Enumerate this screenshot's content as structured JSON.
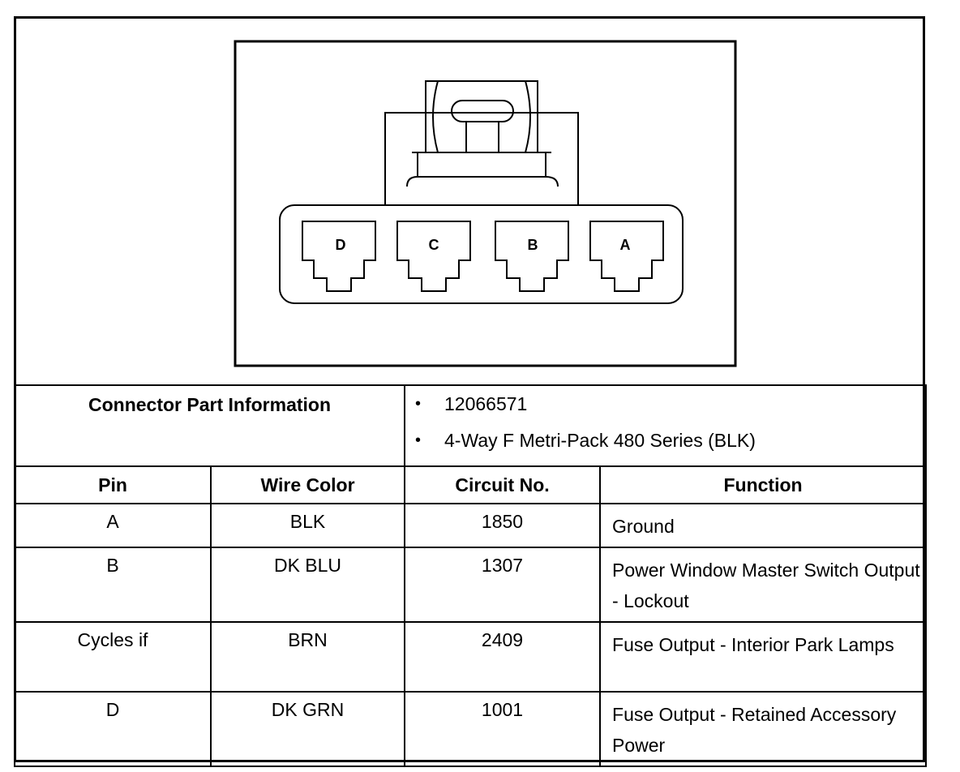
{
  "diagram": {
    "pins": [
      "D",
      "C",
      "B",
      "A"
    ]
  },
  "part_info": {
    "title": "Connector Part Information",
    "items": [
      "12066571",
      "4-Way F Metri-Pack 480 Series (BLK)"
    ]
  },
  "table": {
    "headers": [
      "Pin",
      "Wire Color",
      "Circuit No.",
      "Function"
    ],
    "rows": [
      {
        "pin": "A",
        "wire": "BLK",
        "circuit": "1850",
        "function": "Ground"
      },
      {
        "pin": "B",
        "wire": "DK BLU",
        "circuit": "1307",
        "function": "Power Window Master Switch Output - Lockout"
      },
      {
        "pin": "Cycles if",
        "wire": "BRN",
        "circuit": "2409",
        "function": "Fuse Output - Interior Park Lamps"
      },
      {
        "pin": "D",
        "wire": "DK GRN",
        "circuit": "1001",
        "function": "Fuse Output - Retained Accessory Power"
      }
    ]
  }
}
